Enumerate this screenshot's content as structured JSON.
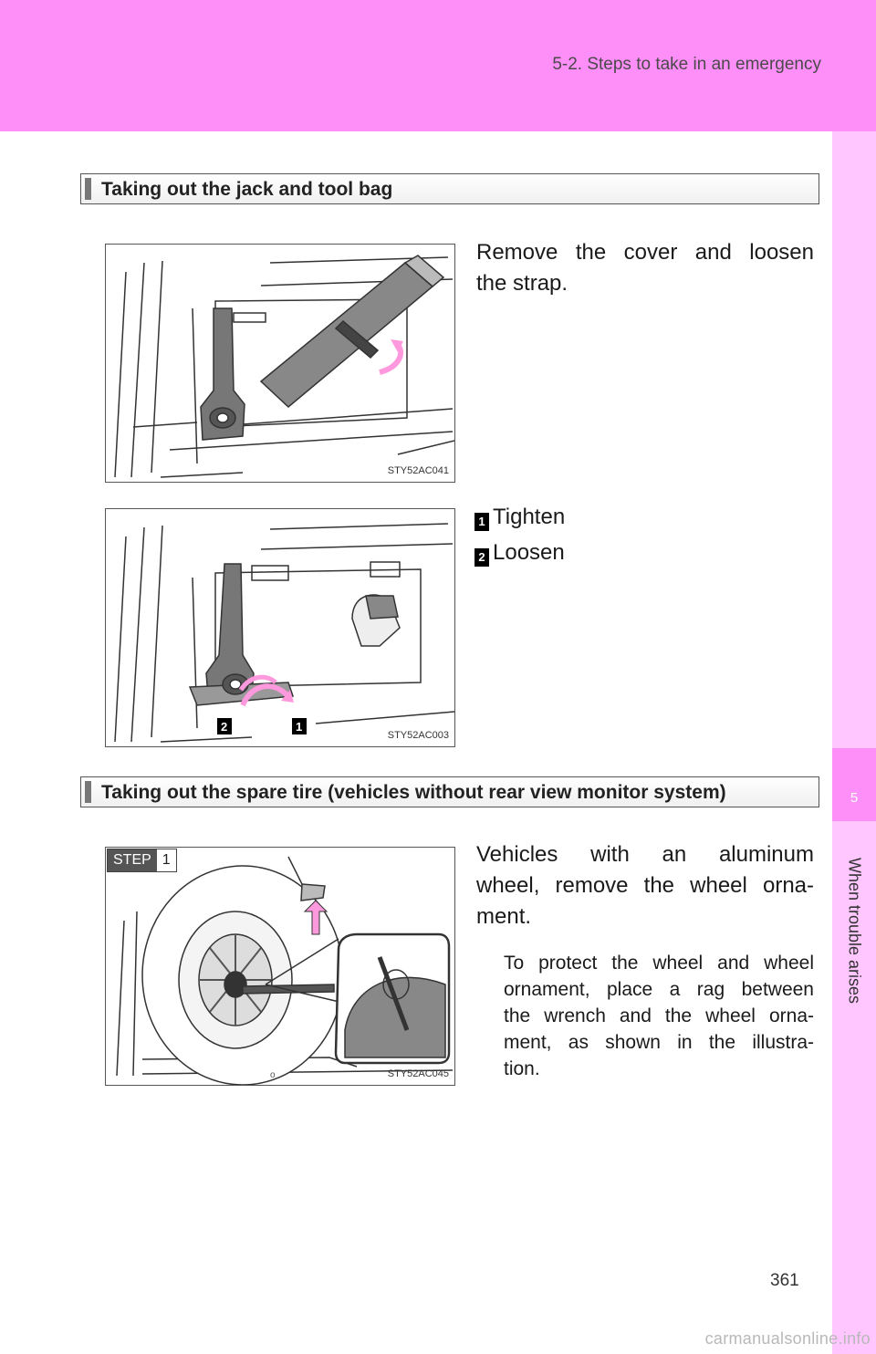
{
  "header": {
    "section": "5-2. Steps to take in an emergency"
  },
  "sidebar": {
    "chapter_number": "5",
    "chapter_title": "When trouble arises"
  },
  "section1": {
    "title": "Taking out the jack and tool bag",
    "text1_line1": "Remove the cover and loosen",
    "text1_line2": "the strap.",
    "fig1_code": "STY52AC041",
    "fig2_code": "STY52AC003",
    "legend": [
      {
        "num": "1",
        "label": "Tighten"
      },
      {
        "num": "2",
        "label": "Loosen"
      }
    ]
  },
  "section2": {
    "title": "Taking out the spare tire (vehicles without rear view monitor system)",
    "step_label": "STEP",
    "step_num": "1",
    "text_lines": [
      "Vehicles with an aluminum",
      "wheel, remove the wheel orna-",
      "ment."
    ],
    "note_lines": [
      "To protect the wheel and wheel",
      "ornament, place a rag between",
      "the wrench and the wheel orna-",
      "ment, as shown in the illustra-",
      "tion."
    ],
    "fig3_code": "STY52AC045"
  },
  "page_number": "361",
  "watermark": "carmanualsonline.info",
  "colors": {
    "header_pink": "#ff8ff8",
    "sidebar_pink": "#ffc6ff",
    "arrow_pink": "#ff99dd"
  }
}
